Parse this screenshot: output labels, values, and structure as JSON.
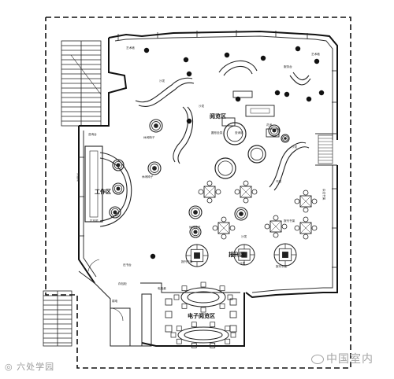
{
  "labels": {
    "work_area": "工作区",
    "reading_area": "阅览区",
    "newspaper_area": "报刊区",
    "e_reading_area": "电子阅览区",
    "info_desk": "咨询台",
    "sofa": "沙发",
    "display_wall": "艺术墙",
    "rest_chair": "休闲椅子",
    "rest_seat": "休息椅",
    "newspaper_rack": "报刊书架",
    "book_return": "还书台",
    "elevator_note": "弱电",
    "round_seat": "圆形坐凳",
    "magazine_rack": "杂志书架",
    "bookshelf": "书架",
    "printer": "打印机",
    "flower": "花池",
    "machine": "查询机",
    "service_desk": "服务台",
    "lockers": "存包柜",
    "computer_desk": "电脑桌"
  },
  "watermarks": {
    "left": "◎ 六处学园",
    "right": "中国室内"
  }
}
